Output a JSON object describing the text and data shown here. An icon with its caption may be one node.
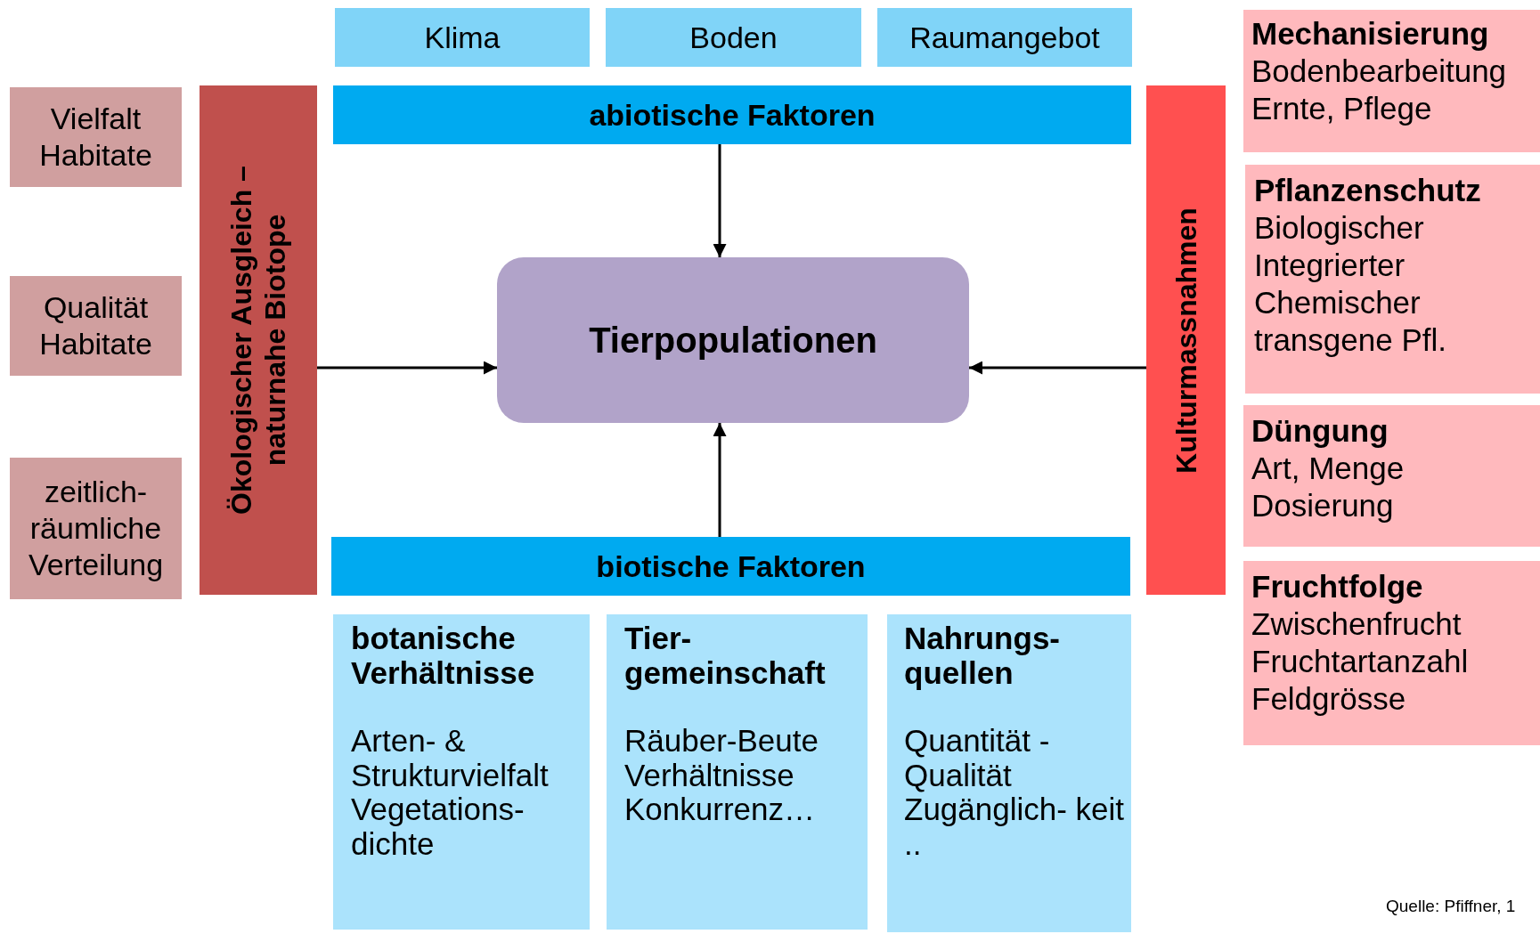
{
  "diagram": {
    "nodes": [
      {
        "text": [
          "Klima"
        ]
      },
      {
        "text": [
          "Boden"
        ]
      },
      {
        "text": [
          "Raumangebot"
        ]
      },
      {
        "text": [
          "Mechanisierung",
          "Bodenbearbeitung",
          "Ernte, Pflege"
        ]
      },
      {
        "text": [
          "Vielfalt Habitate"
        ]
      },
      {
        "text": [
          "Ökologischer Ausgleich – naturnahe Biotope"
        ]
      },
      {
        "text": [
          "abiotische Faktoren"
        ]
      },
      {
        "text": [
          "Kulturmassnahmen"
        ]
      },
      {
        "text": [
          "Pflanzenschutz",
          "Biologischer",
          "Integrierter",
          "Chemischer",
          "transgene Pfl."
        ]
      },
      {
        "text": [
          "Qualität Habitate"
        ]
      },
      {
        "text": [
          "Tierpopulationen"
        ]
      },
      {
        "text": [
          "Düngung",
          "Art, Menge",
          "Dosierung"
        ]
      },
      {
        "text": [
          "zeitlich- räumliche Verteilung"
        ]
      },
      {
        "text": [
          "biotische Faktoren"
        ]
      },
      {
        "text": [
          "Fruchtfolge",
          "Zwischenfrucht",
          "Fruchtartanzahl",
          "Feldgrösse"
        ]
      },
      {
        "text": [
          "botanische Verhältnisse",
          "Arten- & Strukturvielfalt",
          "Vegetations- dichte"
        ]
      },
      {
        "text": [
          "Tier- gemeinschaft",
          "Räuber-Beute Verhältnisse",
          "Konkurrenz…"
        ]
      },
      {
        "text": [
          "Nahrungs- quellen",
          "Quantität - Qualität",
          "Zugänglich- keit",
          ".."
        ]
      }
    ],
    "edges": [
      {
        "from": 6,
        "to": 10,
        "arrow": "to"
      },
      {
        "from": 13,
        "to": 10,
        "arrow": "to"
      },
      {
        "from": 5,
        "to": 10,
        "arrow": "to"
      },
      {
        "from": 7,
        "to": 10,
        "arrow": "to"
      }
    ],
    "labels": [
      "Quelle: Pfiffner, 1"
    ]
  }
}
